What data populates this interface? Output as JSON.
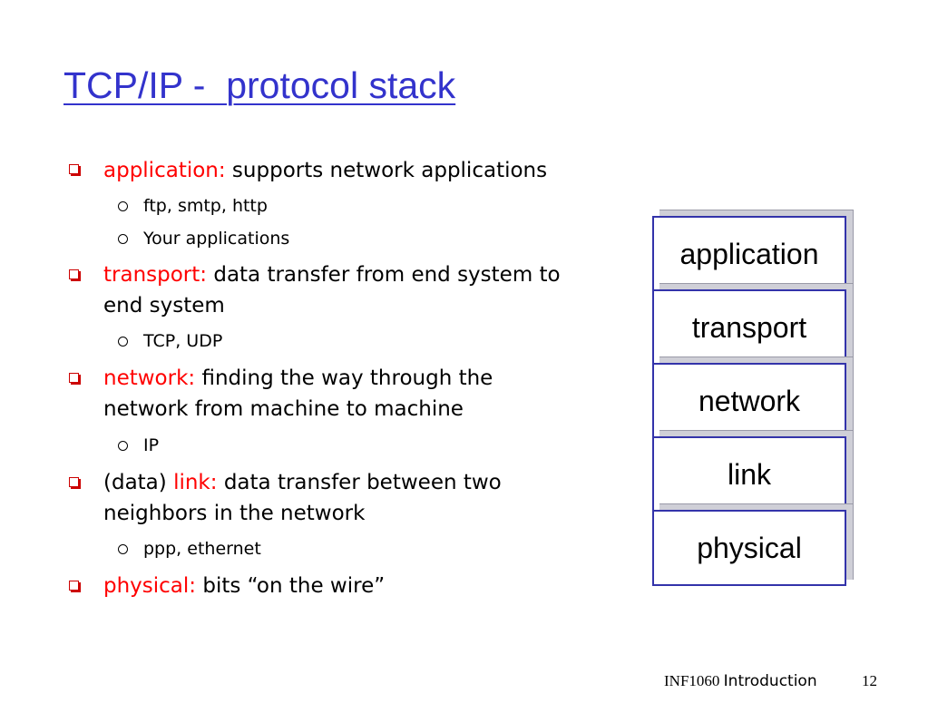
{
  "title": "TCP/IP -  protocol stack",
  "colors": {
    "title": "#3333cc",
    "term": "#ff0000",
    "l1_marker": "#cc0000",
    "layer_border": "#3333aa",
    "layer_shadow": "#cfcfd7"
  },
  "icons": {
    "level1_marker": "hollow-square-bullet-icon",
    "level2_marker": "hollow-circle-bullet-icon"
  },
  "bullets": [
    {
      "prefix": "",
      "term": "application:",
      "lines": [
        " supports network applications"
      ],
      "sub": [
        "ftp, smtp, http",
        "Your applications"
      ]
    },
    {
      "prefix": "",
      "term": "transport:",
      "lines": [
        " data transfer from end system to",
        "end system"
      ],
      "sub": [
        "TCP, UDP"
      ]
    },
    {
      "prefix": "",
      "term": "network:",
      "lines": [
        " finding the way through the",
        "network from machine to machine"
      ],
      "sub": [
        "IP"
      ]
    },
    {
      "prefix": "(data) ",
      "term": "link:",
      "lines": [
        " data transfer between two",
        "neighbors in the network"
      ],
      "sub": [
        "ppp, ethernet"
      ]
    },
    {
      "prefix": "",
      "term": "physical:",
      "lines": [
        " bits “on the wire”"
      ],
      "sub": []
    }
  ],
  "stack_layers": [
    "application",
    "transport",
    "network",
    "link",
    "physical"
  ],
  "footer": {
    "course": "INF1060",
    "topic": "Introduction",
    "page": "12"
  }
}
